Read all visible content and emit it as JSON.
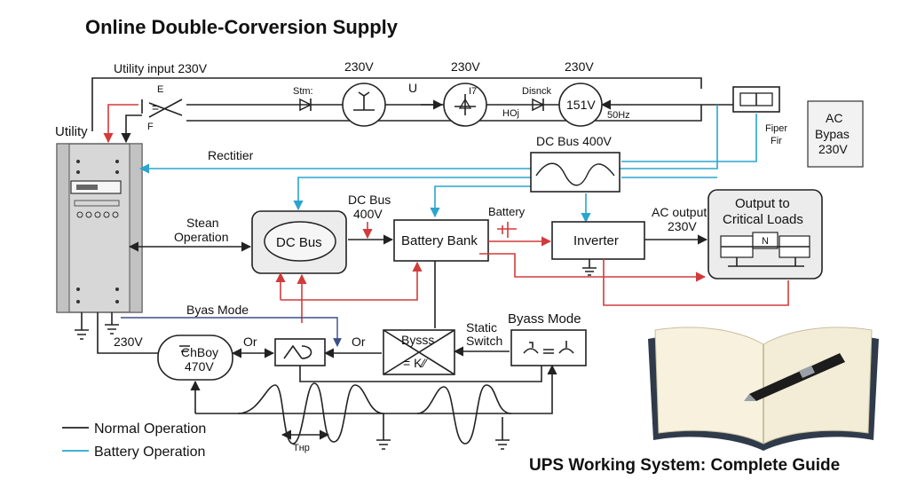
{
  "title": "Online Double-Corversion Supply",
  "footer_title": "UPS Working System: Complete Guide",
  "labels": {
    "utility_input": "Utility input 230V",
    "v230_a": "230V",
    "v230_b": "230V",
    "v230_c": "230V",
    "switch_e": "E",
    "switch_eq": "=",
    "switch_f": "F",
    "stm": "Stm:",
    "u": "U",
    "n17": "I7",
    "disnck": "Disnck",
    "hoj": "HOj",
    "v151": "151V",
    "hz50": "50Hz",
    "fiper": "Fiper",
    "fir": "Fir",
    "ac_bypass": [
      "AC",
      "Bypas",
      "230V"
    ],
    "utility": "Utility",
    "rectifier": "Rectitier",
    "dc_bus_400": "DC Bus 400V",
    "steam": "Stean",
    "operation": "Operation",
    "dc_bus_mid": [
      "DC Bus",
      "400V"
    ],
    "battery": "Battery",
    "ac_output": [
      "AC output",
      "230V"
    ],
    "output_loads": [
      "Output to",
      "Critical Loads"
    ],
    "byas_mode": "Byas Mode",
    "v230_left": "230V",
    "or_a": "Or",
    "or_b": "Or",
    "static_switch": [
      "Static",
      "Switch"
    ],
    "byass_mode": "Byass Mode",
    "thp": "Tнp",
    "load_n": "N"
  },
  "blocks": {
    "dc_bus": "DC Bus",
    "battery_bank": "Battery Bank",
    "inverter": "Inverter",
    "chboy": [
      "ChBoy",
      "470V"
    ],
    "bysss": [
      "Bysss",
      "= K⁄⁄"
    ],
    "meter_a": "⊥=⊥",
    "meter_b": "⊥=⊥"
  },
  "legend": [
    {
      "label": "Normal Operation",
      "color": "#222222"
    },
    {
      "label": "Battery Operation",
      "color": "#2aa5cf"
    }
  ],
  "colors": {
    "normal_line": "#222222",
    "battery_line": "#2aa5cf",
    "fault_line": "#d23b3b",
    "bypass_line": "#3b4f8a",
    "cabinet": "#d7d7d7"
  },
  "icons": [
    "ground-icon",
    "diode-icon",
    "switch-icon",
    "open-book-icon",
    "pen-icon"
  ]
}
